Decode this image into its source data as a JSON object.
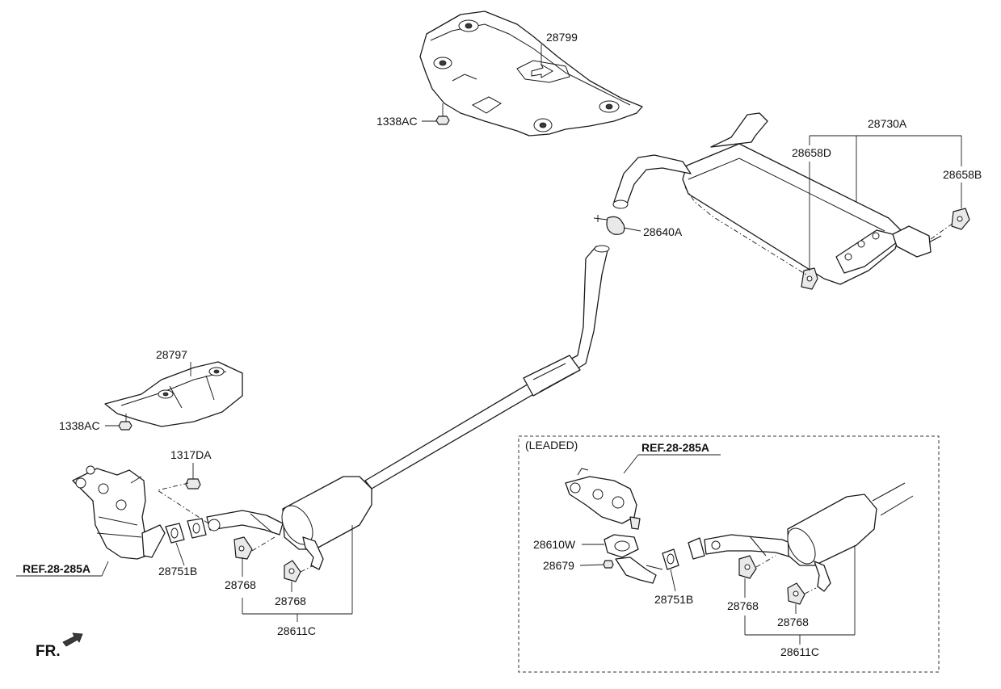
{
  "diagram": {
    "labels": {
      "shield_upper": "28799",
      "nut_upper": "1338AC",
      "muffler_assy": "28730A",
      "hanger_left": "28658D",
      "hanger_right": "28658B",
      "clamp": "28640A",
      "shield_lower": "28797",
      "nut_lower": "1338AC",
      "bolt": "1317DA",
      "ref_left": "REF.28-285A",
      "gasket_left": "28751B",
      "hanger_a1": "28768",
      "hanger_a2": "28768",
      "center_pipe": "28611C",
      "fr": "FR."
    },
    "leaded": {
      "title": "(LEADED)",
      "ref": "REF.28-285A",
      "manifold_gasket": "28610W",
      "nut": "28679",
      "gasket": "28751B",
      "hanger_b1": "28768",
      "hanger_b2": "28768",
      "center_pipe": "28611C"
    }
  }
}
